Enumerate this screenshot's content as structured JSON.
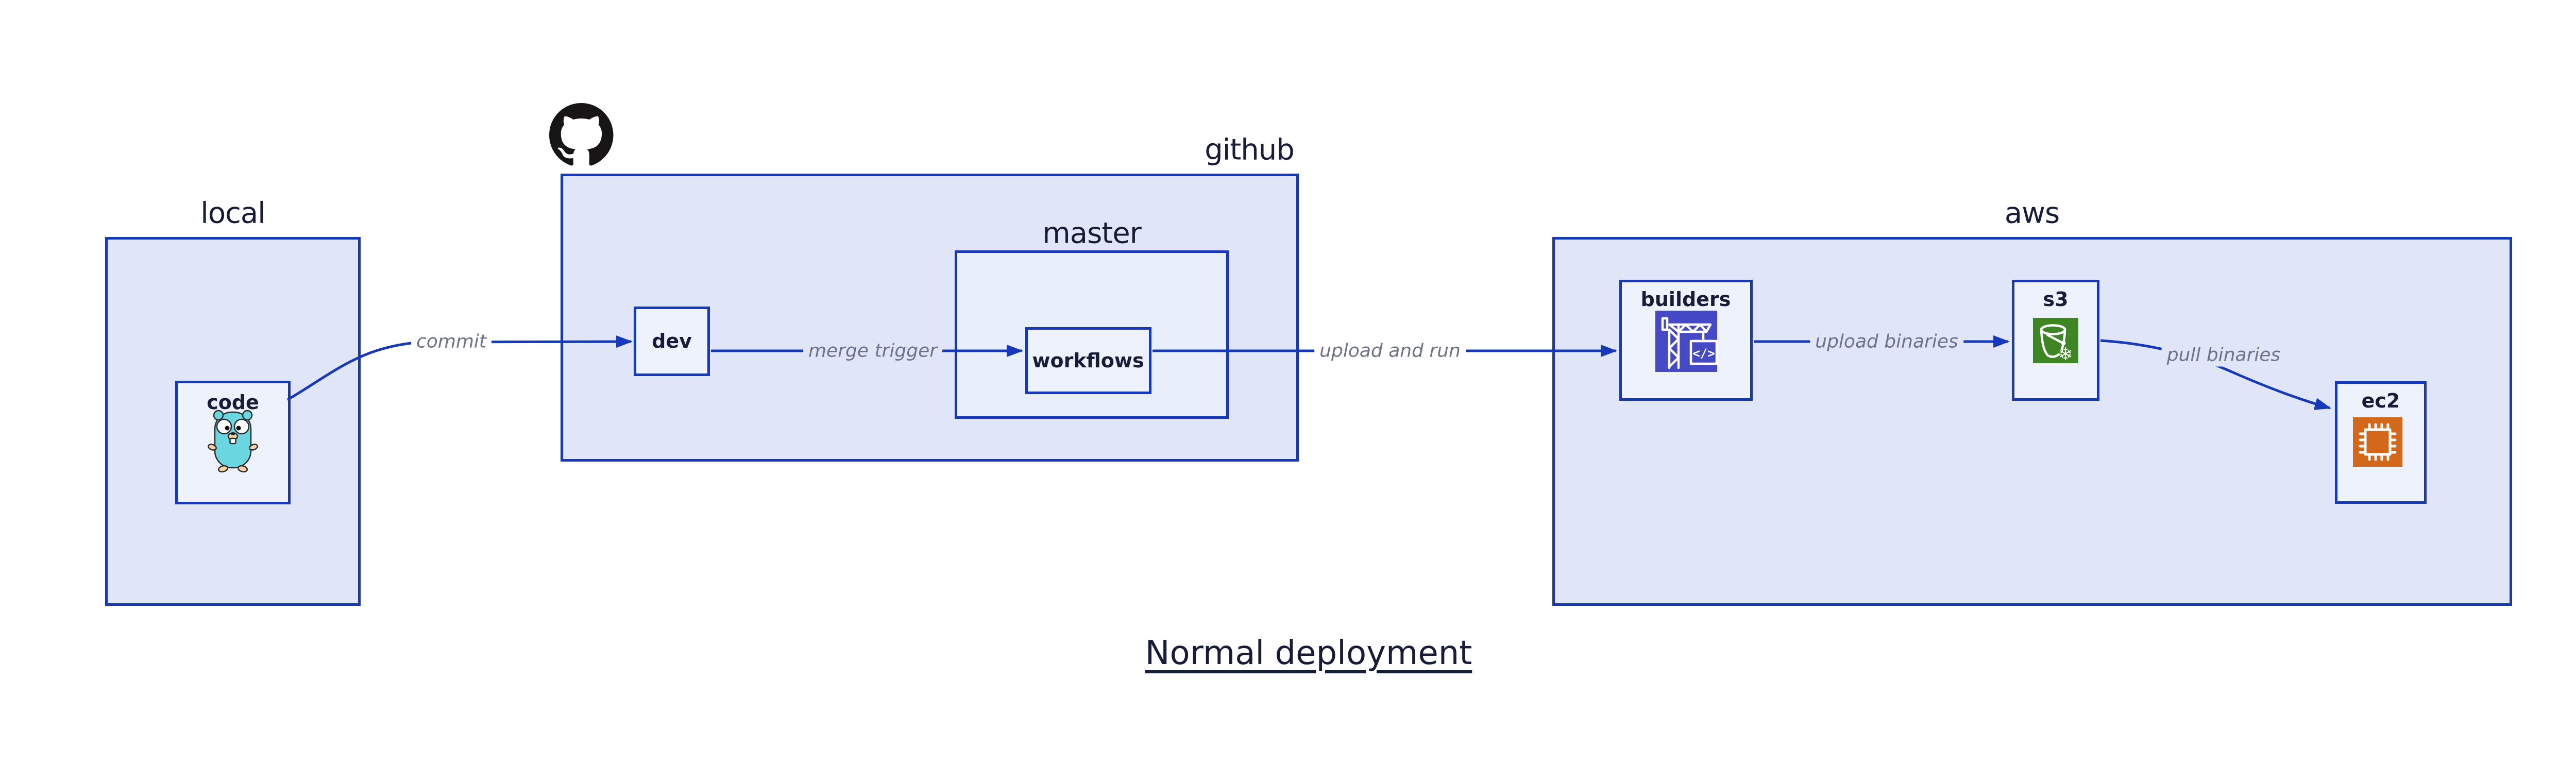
{
  "title": "Normal deployment",
  "theme": {
    "background": "#ffffff",
    "line": "#1639bc",
    "outer_fill": "#e0e6f8",
    "mid_fill": "#e9eefb",
    "leaf_fill": "#eef2fc",
    "label_dark": "#171d38",
    "arrow_label_gray": "#6e7383",
    "codebuild_purple": "#4649c6",
    "s3_green": "#3e8624",
    "ec2_orange": "#d4681a",
    "github_black": "#171515",
    "gopher_teal": "#6ad6e0",
    "gopher_tan": "#f5d3a4"
  },
  "groups": {
    "local": {
      "label": "local"
    },
    "github": {
      "label": "github"
    },
    "master": {
      "label": "master"
    },
    "aws": {
      "label": "aws"
    }
  },
  "nodes": {
    "code": {
      "label": "code",
      "icon": "go-gopher-icon"
    },
    "dev": {
      "label": "dev"
    },
    "workflows": {
      "label": "workflows"
    },
    "builders": {
      "label": "builders",
      "icon": "aws-codebuild-icon"
    },
    "s3": {
      "label": "s3",
      "icon": "aws-s3-bucket-icon"
    },
    "ec2": {
      "label": "ec2",
      "icon": "aws-ec2-chip-icon"
    }
  },
  "edges": [
    {
      "label": "commit",
      "from": "code",
      "to": "dev"
    },
    {
      "label": "merge trigger",
      "from": "dev",
      "to": "workflows"
    },
    {
      "label": "upload and run",
      "from": "workflows",
      "to": "builders"
    },
    {
      "label": "upload binaries",
      "from": "builders",
      "to": "s3"
    },
    {
      "label": "pull binaries",
      "from": "s3",
      "to": "ec2"
    }
  ],
  "icons": {
    "github_logo": "github-octocat-icon",
    "codebuild_glyph_text": "</>",
    "s3_snowflake_glyph": "❄"
  }
}
